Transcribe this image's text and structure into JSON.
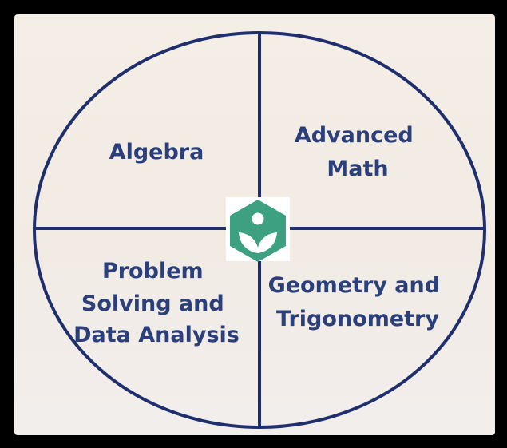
{
  "diagram": {
    "quadrants": [
      {
        "id": "top-left",
        "lines": [
          "Algebra"
        ]
      },
      {
        "id": "top-right",
        "lines": [
          "Advanced",
          "Math"
        ]
      },
      {
        "id": "bottom-left",
        "lines": [
          "Problem",
          "Solving and",
          "Data Analysis"
        ]
      },
      {
        "id": "bottom-right",
        "lines": [
          "Geometry and",
          "Trigonometry"
        ]
      }
    ],
    "center_logo": "khan-academy-leaf-icon"
  },
  "colors": {
    "outline": "#1f2f6e",
    "label": "#2b3f7a",
    "logo_hex": "#3da181",
    "background": "#f3ede5"
  }
}
